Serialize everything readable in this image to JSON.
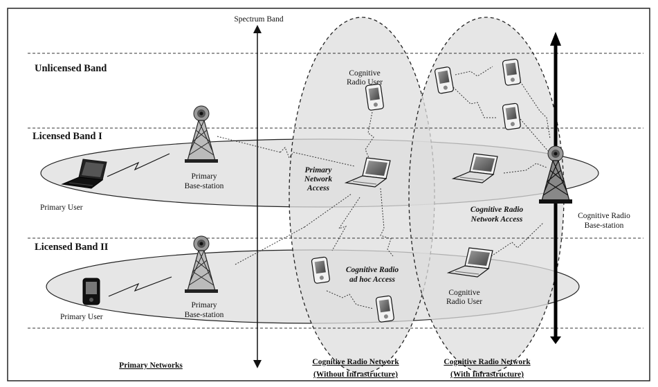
{
  "axis": {
    "label": "Spectrum Band"
  },
  "bands": [
    {
      "label": "Unlicensed Band"
    },
    {
      "label": "Licensed Band I"
    },
    {
      "label": "Licensed Band II"
    }
  ],
  "primary": {
    "base_station_1": [
      "Primary",
      "Base-station"
    ],
    "base_station_2": [
      "Primary",
      "Base-station"
    ],
    "user_1": "Primary User",
    "user_2": "Primary User"
  },
  "cognitive": {
    "user_top": [
      "Cognitive",
      "Radio User"
    ],
    "user_bottom": [
      "Cognitive",
      "Radio User"
    ],
    "base_station": [
      "Cognitive Radio",
      "Base-station"
    ]
  },
  "access": {
    "primary_network_access": [
      "Primary",
      "Network",
      "Access"
    ],
    "cr_network_access": [
      "Cognitive Radio",
      "Network Access"
    ],
    "cr_adhoc_access": [
      "Cognitive Radio",
      "ad hoc Access"
    ]
  },
  "captions": {
    "primary_networks": "Primary Networks",
    "crn_without": [
      "Cognitive Radio Network",
      "(Without Infrastructure)"
    ],
    "crn_with": [
      "Cognitive Radio Network",
      "(With Infrastructure)"
    ]
  },
  "colors": {
    "ellipse_fill": "#e6e6e6",
    "line": "#111111",
    "device_body": "#f2f2f2",
    "device_screen": "#777777"
  }
}
